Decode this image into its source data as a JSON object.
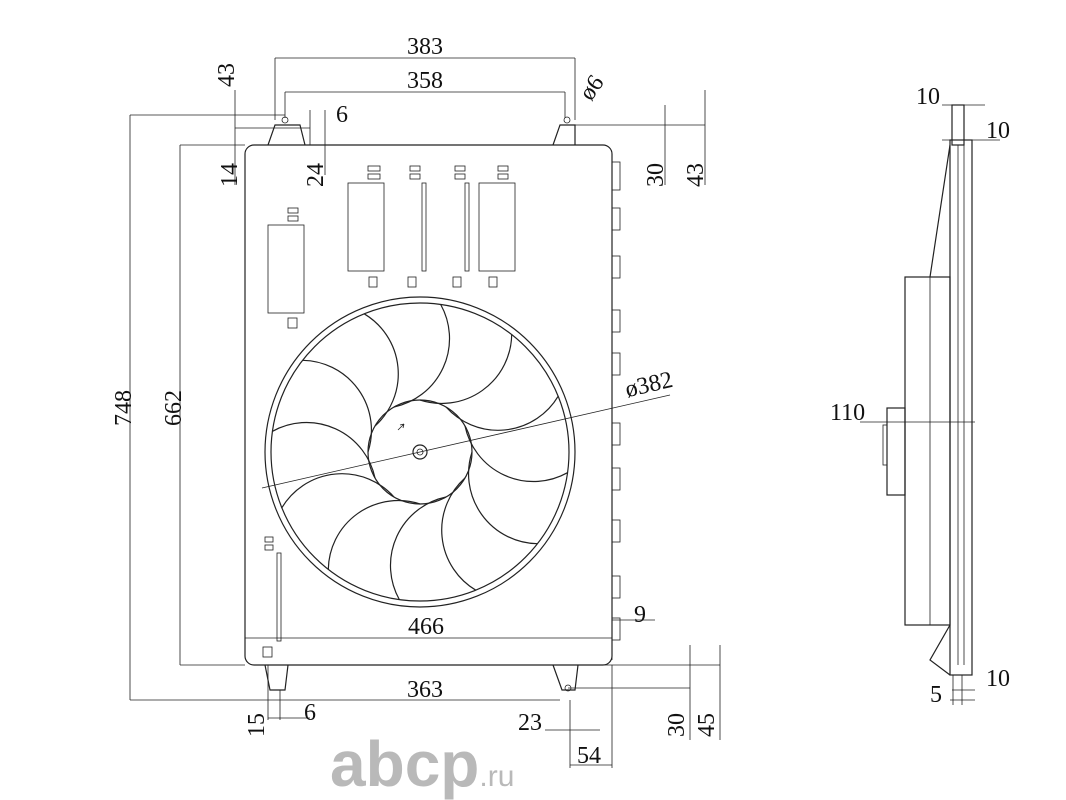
{
  "drawing": {
    "front_view_dimensions": {
      "overall_width_top_mounts": "383",
      "inner_width_top_mounts": "358",
      "top_hole_diameter": "ø6",
      "top_mount_height": "43",
      "top_tab_width": "6",
      "top_left_offset": "14",
      "top_left_tab_height": "24",
      "top_right_tab_height": "30",
      "top_right_overall_height": "43",
      "overall_height": "748",
      "frame_height": "662",
      "fan_diameter": "ø382",
      "frame_width": "466",
      "right_tab_offset": "9",
      "bottom_mount_spacing": "363",
      "bottom_left_offset": "15",
      "bottom_tab_width": "6",
      "bottom_hole_offset": "23",
      "bottom_right_width": "54",
      "bottom_right_height": "30",
      "bottom_right_overall_height": "45"
    },
    "side_view_dimensions": {
      "top_thickness": "10",
      "top_frame_thickness": "10",
      "motor_depth": "110",
      "bottom_frame_thickness": "10",
      "bottom_offset": "5"
    },
    "watermark": "abcp.ru"
  }
}
